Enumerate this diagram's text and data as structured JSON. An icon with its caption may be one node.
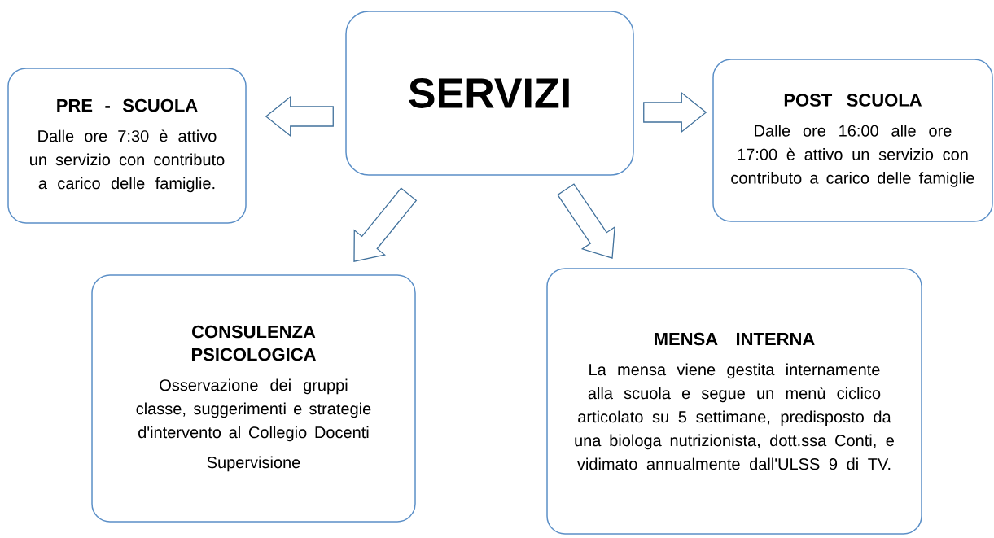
{
  "diagram": {
    "nodes": [
      {
        "text": [
          "SERVIZI"
        ]
      },
      {
        "text": [
          "PRE - SCUOLA",
          "Dalle ore 7:30 è attivo un servizio con contributo a carico delle famiglie."
        ]
      },
      {
        "text": [
          "POST SCUOLA",
          "Dalle ore 16:00 alle ore 17:00 è attivo un servizio con contributo a carico delle famiglie"
        ]
      },
      {
        "text": [
          "CONSULENZA PSICOLOGICA",
          "Osservazione dei gruppi classe, suggerimenti e strategie d'intervento al Collegio Docenti",
          "Supervisione"
        ]
      },
      {
        "text": [
          "MENSA INTERNA",
          "La mensa viene gestita internamente alla scuola e segue un menù ciclico articolato su 5 settimane, predisposto da una biologa nutrizionista, dott.ssa Conti, e vidimato annualmente dall'ULSS 9 di TV."
        ]
      }
    ],
    "edges": [
      {
        "from": 0,
        "to": 1,
        "arrow": "to"
      },
      {
        "from": 0,
        "to": 2,
        "arrow": "to"
      },
      {
        "from": 0,
        "to": 3,
        "arrow": "to"
      },
      {
        "from": 0,
        "to": 4,
        "arrow": "to"
      }
    ]
  }
}
